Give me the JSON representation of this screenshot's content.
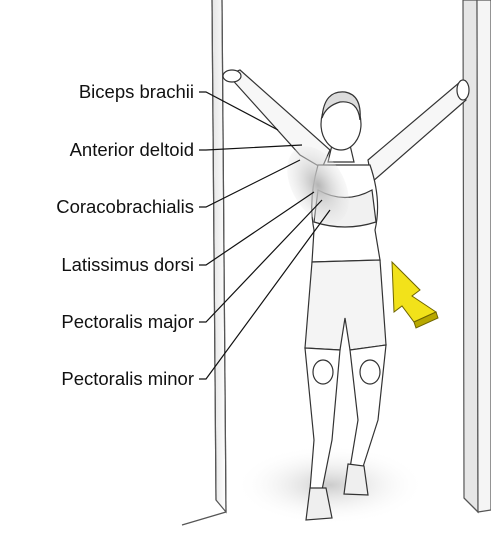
{
  "labels": [
    "Biceps brachii",
    "Anterior deltoid",
    "Coracobrachialis",
    "Latissimus dorsi",
    "Pectoralis major",
    "Pectoralis minor"
  ],
  "colors": {
    "arrow_fill": "#f2e21a",
    "arrow_shade": "#b8a800",
    "line": "#111111",
    "muscle_shade": "#c9c9c9"
  }
}
